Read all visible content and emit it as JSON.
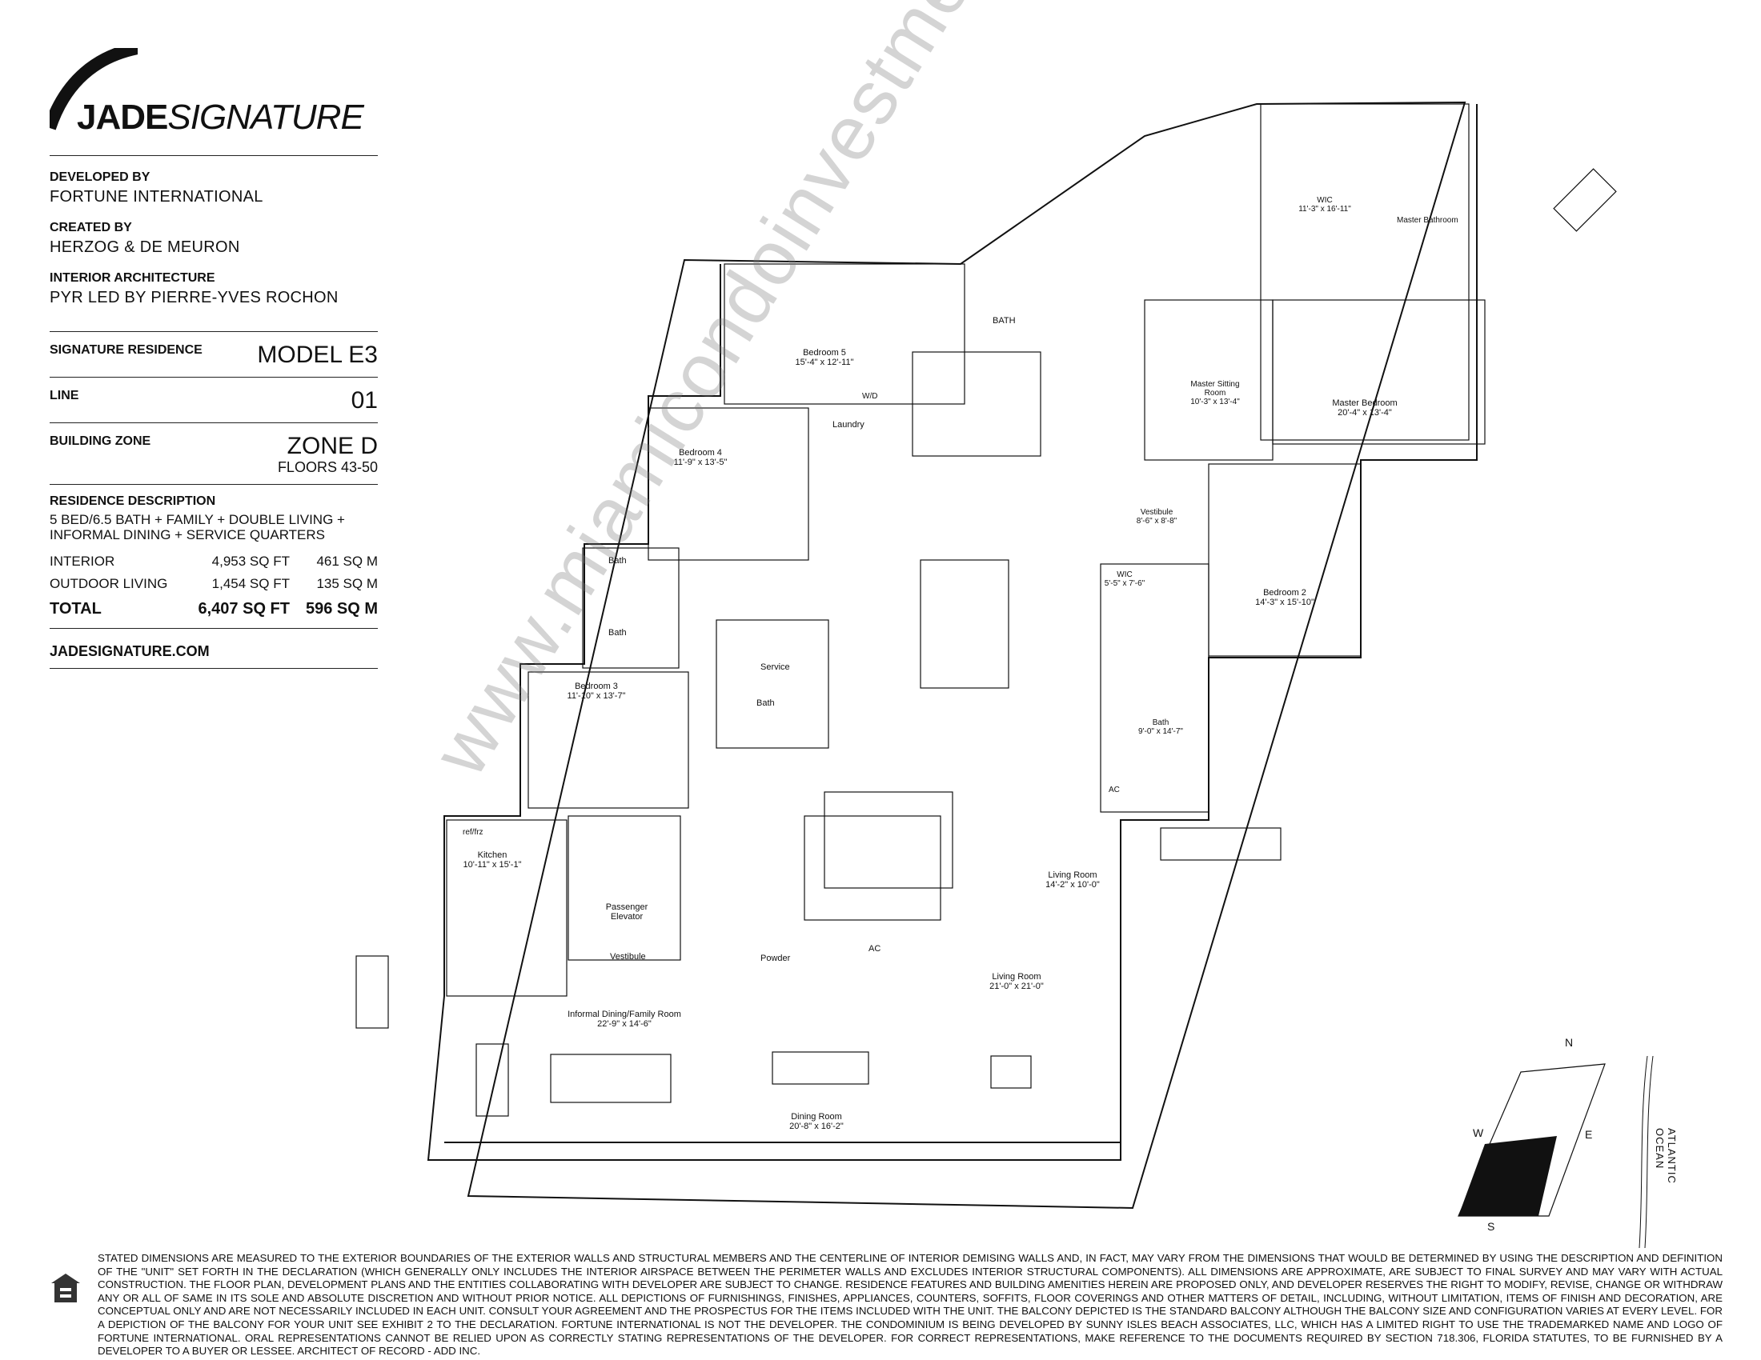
{
  "brand": {
    "bold": "JADE",
    "italic": "SIGNATURE"
  },
  "developer": {
    "label": "DEVELOPED BY",
    "value": "FORTUNE INTERNATIONAL"
  },
  "creator": {
    "label": "CREATED BY",
    "value": "HERZOG & DE MEURON"
  },
  "interior": {
    "label": "INTERIOR ARCHITECTURE",
    "value": "PYR LED BY PIERRE-YVES ROCHON"
  },
  "residence": {
    "label": "SIGNATURE RESIDENCE",
    "value": "MODEL E3"
  },
  "line": {
    "label": "LINE",
    "value": "01"
  },
  "zone": {
    "label": "BUILDING ZONE",
    "value": "ZONE D",
    "floors": "FLOORS 43-50"
  },
  "description": {
    "label": "RESIDENCE DESCRIPTION",
    "text": "5 BED/6.5 BATH + FAMILY + DOUBLE LIVING + INFORMAL DINING + SERVICE QUARTERS"
  },
  "areas": [
    {
      "name": "INTERIOR",
      "sqft": "4,953 SQ FT",
      "sqm": "461 SQ M"
    },
    {
      "name": "OUTDOOR LIVING",
      "sqft": "1,454 SQ FT",
      "sqm": "135 SQ M"
    }
  ],
  "total": {
    "name": "TOTAL",
    "sqft": "6,407 SQ FT",
    "sqm": "596 SQ M"
  },
  "website": "JADESIGNATURE.COM",
  "watermark": "www.miamicondoinvestments.com",
  "rooms": [
    {
      "name": "Bedroom 5",
      "dim": "15'-4\" x 12'-11\""
    },
    {
      "name": "BATH",
      "dim": ""
    },
    {
      "name": "Laundry",
      "dim": ""
    },
    {
      "name": "W/D",
      "dim": ""
    },
    {
      "name": "Bedroom 4",
      "dim": "11'-9\" x 13'-5\""
    },
    {
      "name": "Bath",
      "dim": ""
    },
    {
      "name": "Bath",
      "dim": ""
    },
    {
      "name": "Bedroom 3",
      "dim": "11'-10\" x 13'-7\""
    },
    {
      "name": "Service",
      "dim": ""
    },
    {
      "name": "Bath",
      "dim": ""
    },
    {
      "name": "ref/frz",
      "dim": ""
    },
    {
      "name": "Kitchen",
      "dim": "10'-11\" x 15'-1\""
    },
    {
      "name": "Passenger Elevator",
      "dim": ""
    },
    {
      "name": "Vestibule",
      "dim": ""
    },
    {
      "name": "Informal Dining/Family Room",
      "dim": "22'-9\" x 14'-6\""
    },
    {
      "name": "Powder",
      "dim": ""
    },
    {
      "name": "AC",
      "dim": ""
    },
    {
      "name": "Dining Room",
      "dim": "20'-8\" x 16'-2\""
    },
    {
      "name": "Living Room",
      "dim": "21'-0\" x 21'-0\""
    },
    {
      "name": "Living Room",
      "dim": "14'-2\" x 10'-0\""
    },
    {
      "name": "Master Sitting Room",
      "dim": "10'-3\" x 13'-4\""
    },
    {
      "name": "Master Bedroom",
      "dim": "20'-4\" x 13'-4\""
    },
    {
      "name": "WIC",
      "dim": "11'-3\" x 16'-11\""
    },
    {
      "name": "Master Bathroom",
      "dim": ""
    },
    {
      "name": "Vestibule",
      "dim": "8'-6\" x 8'-8\""
    },
    {
      "name": "Bedroom 2",
      "dim": "14'-3\" x 15'-10\""
    },
    {
      "name": "WIC",
      "dim": "5'-5\" x 7'-6\""
    },
    {
      "name": "Bath",
      "dim": "9'-0\" x 14'-7\""
    },
    {
      "name": "AC",
      "dim": ""
    }
  ],
  "compass": {
    "n": "N",
    "s": "S",
    "e": "E",
    "w": "W"
  },
  "ocean": "ATLANTIC OCEAN",
  "disclaimer": "STATED DIMENSIONS ARE MEASURED TO THE EXTERIOR BOUNDARIES OF THE EXTERIOR WALLS AND STRUCTURAL MEMBERS AND THE CENTERLINE OF INTERIOR DEMISING WALLS AND, IN FACT, MAY VARY FROM THE DIMENSIONS THAT WOULD BE DETERMINED BY USING THE DESCRIPTION AND DEFINITION OF THE \"UNIT\" SET FORTH IN THE DECLARATION (WHICH GENERALLY ONLY INCLUDES THE INTERIOR AIRSPACE BETWEEN THE PERIMETER WALLS AND EXCLUDES INTERIOR STRUCTURAL COMPONENTS). ALL DIMENSIONS ARE APPROXIMATE, ARE SUBJECT TO FINAL SURVEY AND MAY VARY WITH ACTUAL CONSTRUCTION. THE FLOOR PLAN, DEVELOPMENT PLANS AND THE ENTITIES COLLABORATING WITH DEVELOPER ARE SUBJECT TO CHANGE. RESIDENCE FEATURES AND BUILDING AMENITIES HEREIN ARE PROPOSED ONLY, AND DEVELOPER RESERVES THE RIGHT TO MODIFY, REVISE, CHANGE OR WITHDRAW ANY OR ALL OF SAME IN ITS SOLE AND ABSOLUTE DISCRETION AND WITHOUT PRIOR NOTICE. ALL DEPICTIONS OF FURNISHINGS, FINISHES, APPLIANCES, COUNTERS, SOFFITS, FLOOR COVERINGS AND OTHER MATTERS OF DETAIL, INCLUDING, WITHOUT LIMITATION, ITEMS OF FINISH AND DECORATION, ARE CONCEPTUAL ONLY AND ARE NOT NECESSARILY INCLUDED IN EACH UNIT. CONSULT YOUR AGREEMENT AND THE PROSPECTUS FOR THE ITEMS INCLUDED WITH THE UNIT. THE BALCONY DEPICTED IS THE STANDARD BALCONY ALTHOUGH THE BALCONY SIZE AND CONFIGURATION VARIES AT EVERY LEVEL. FOR A DEPICTION OF THE BALCONY FOR YOUR UNIT SEE EXHIBIT 2 TO THE DECLARATION. FORTUNE INTERNATIONAL IS NOT THE DEVELOPER. THE CONDOMINIUM IS BEING DEVELOPED BY SUNNY ISLES BEACH ASSOCIATES, LLC, WHICH HAS A LIMITED RIGHT TO USE THE TRADEMARKED NAME AND LOGO OF FORTUNE INTERNATIONAL. ORAL REPRESENTATIONS CANNOT BE RELIED UPON AS CORRECTLY STATING REPRESENTATIONS OF THE DEVELOPER. FOR CORRECT REPRESENTATIONS, MAKE REFERENCE TO THE DOCUMENTS REQUIRED BY SECTION 718.306, FLORIDA STATUTES, TO BE FURNISHED BY A DEVELOPER TO A BUYER OR LESSEE. ARCHITECT OF RECORD - ADD INC."
}
